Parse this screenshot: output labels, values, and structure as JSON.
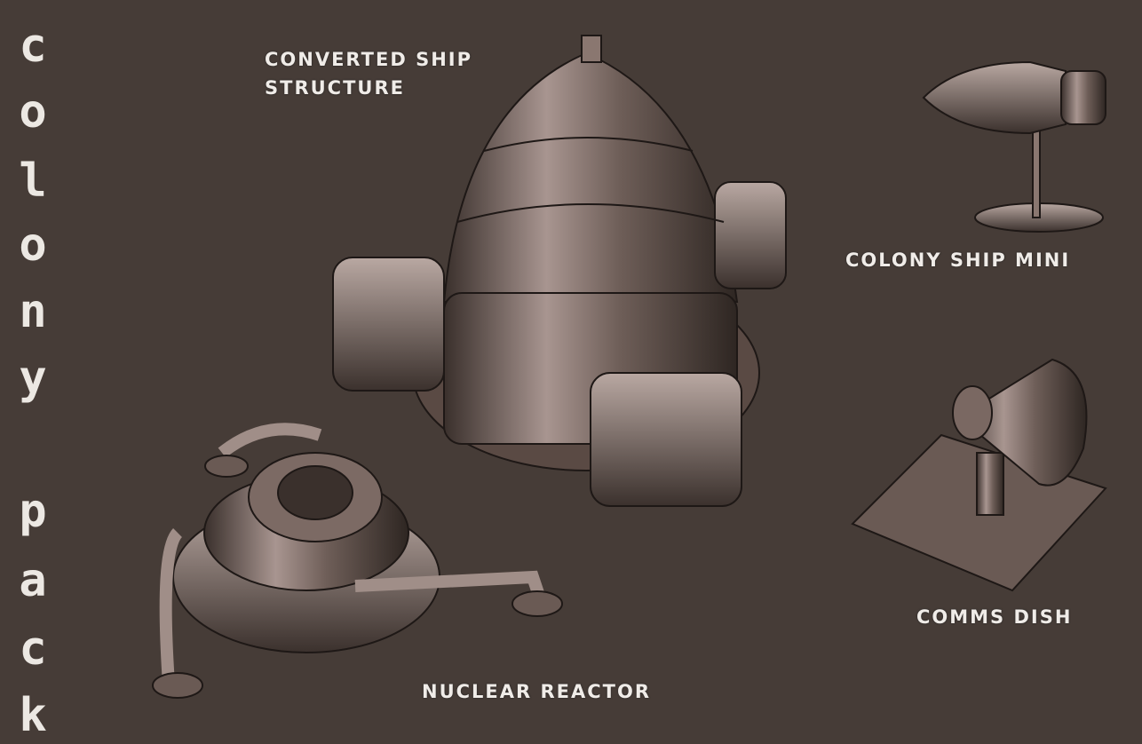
{
  "title_letters": [
    "C",
    "O",
    "L",
    "O",
    "N",
    "Y",
    "P",
    "A",
    "C",
    "K"
  ],
  "labels": {
    "structure_line1": "Converted Ship",
    "structure_line2": "Structure",
    "colony_ship_mini": "Colony Ship Mini",
    "comms_dish": "Comms Dish",
    "nuclear_reactor": "Nuclear Reactor"
  },
  "colors": {
    "background": "#463c37",
    "text": "#ece8e3",
    "model": "#8a7770"
  }
}
